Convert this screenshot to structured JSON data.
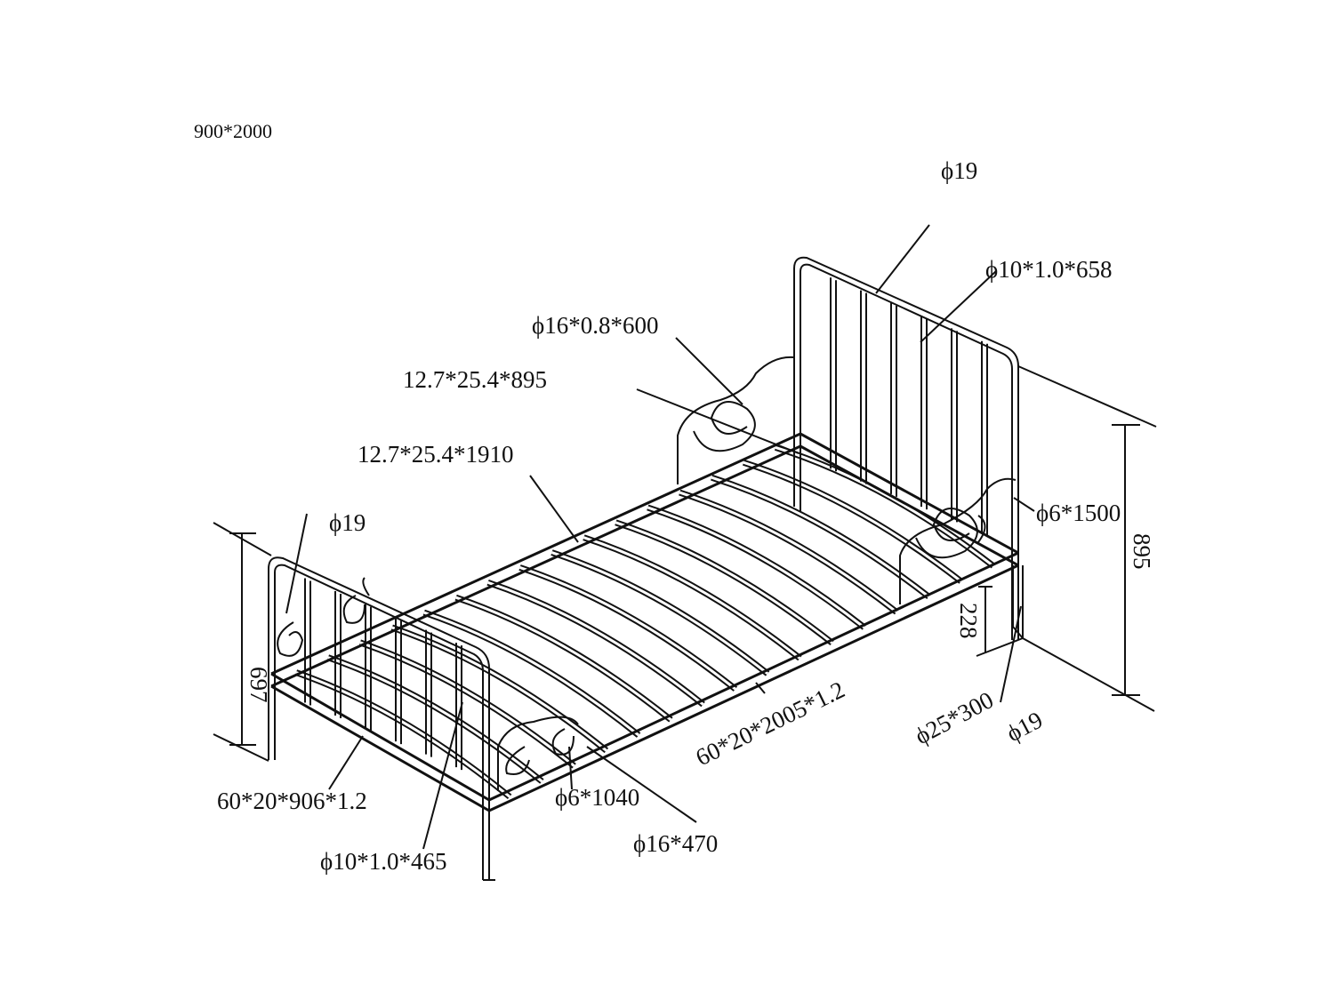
{
  "title": "900*2000",
  "labels": {
    "head_post": "ϕ19",
    "head_bar": "ϕ10*1.0*658",
    "head_side_tube": "ϕ16*0.8*600",
    "short_slat_rail": "12.7*25.4*895",
    "long_slat_rail": "12.7*25.4*1910",
    "foot_post": "ϕ19",
    "head_scroll": "ϕ6*1500",
    "total_height": "895",
    "foot_height": "697",
    "leg_height": "228",
    "side_rail": "60*20*2005*1.2",
    "leg": "ϕ25*300",
    "leg_post": "ϕ19",
    "end_rail": "60*20*906*1.2",
    "foot_scroll": "ϕ6*1040",
    "foot_side_tube": "ϕ16*470",
    "foot_bar": "ϕ10*1.0*465"
  },
  "slat_count": 16
}
